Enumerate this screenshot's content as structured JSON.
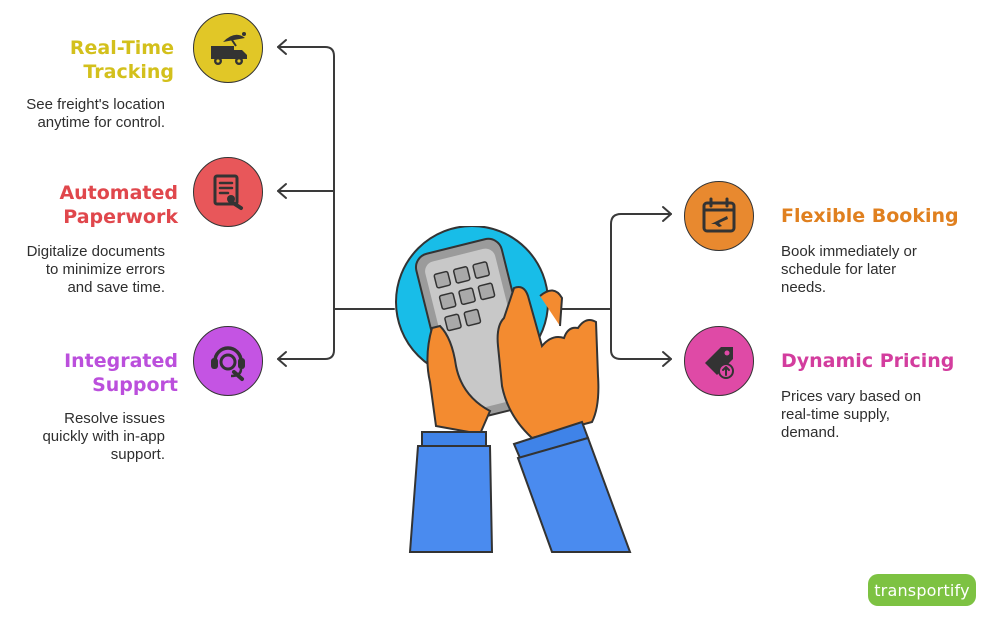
{
  "colors": {
    "tracking": "#e1c727",
    "tracking_title": "#d3c01c",
    "paperwork": "#e8575a",
    "paperwork_title": "#e0474c",
    "support": "#c454e3",
    "support_title": "#bb4fdc",
    "booking": "#e8892f",
    "booking_title": "#e0801f",
    "pricing": "#df4aa6",
    "pricing_title": "#d33d9e",
    "connector": "#3a3a3a",
    "brand": "#7dc242"
  },
  "features": {
    "tracking": {
      "title": "Real-Time\nTracking",
      "desc": "See freight's location\nanytime for control.",
      "icon": "satellite-truck-icon"
    },
    "paperwork": {
      "title": "Automated\nPaperwork",
      "desc": "Digitalize documents\nto minimize errors\nand save time.",
      "icon": "document-signing-icon"
    },
    "support": {
      "title": "Integrated\nSupport",
      "desc": "Resolve issues\nquickly with in-app\nsupport.",
      "icon": "headset-support-icon"
    },
    "booking": {
      "title": "Flexible Booking",
      "desc": "Book immediately or\nschedule for later\nneeds.",
      "icon": "calendar-plane-icon"
    },
    "pricing": {
      "title": "Dynamic Pricing",
      "desc": "Prices vary based on\nreal-time supply,\ndemand.",
      "icon": "price-tag-up-icon"
    }
  },
  "center_illustration": "hands-phone-illustration",
  "brand": {
    "name": "transportify"
  }
}
